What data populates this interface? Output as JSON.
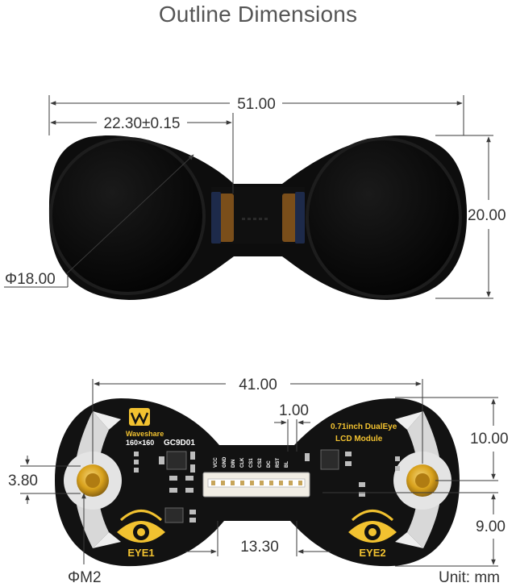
{
  "title": "Outline Dimensions",
  "top_view": {
    "dims": {
      "overall_width": "51.00",
      "eye_width": "22.30±0.15",
      "height": "20.00",
      "diameter": "Φ18.00"
    }
  },
  "bottom_view": {
    "dims": {
      "hole_span": "41.00",
      "pitch": "1.00",
      "top_to_hole": "10.00",
      "hole_offset": "3.80",
      "hole_to_bottom": "9.00",
      "connector_width": "13.30",
      "screw": "ΦM2"
    },
    "silkscreen": {
      "brand": "Waveshare",
      "resolution": "160×160",
      "driver": "GC9D01",
      "product_line1": "0.71inch DualEye",
      "product_line2": "LCD Module",
      "eye1": "EYE1",
      "eye2": "EYE2",
      "pins": [
        "VCC",
        "GND",
        "DIN",
        "CLK",
        "CS1",
        "CS2",
        "DC",
        "RST",
        "BL"
      ]
    }
  },
  "unit": "Unit: mm",
  "colors": {
    "screen": "#050505",
    "pcb": "#121212",
    "silk": "#ffffff",
    "gold": "#d9a21c",
    "flex": "#8a5a1c",
    "dimension": "#3a3a3a"
  }
}
